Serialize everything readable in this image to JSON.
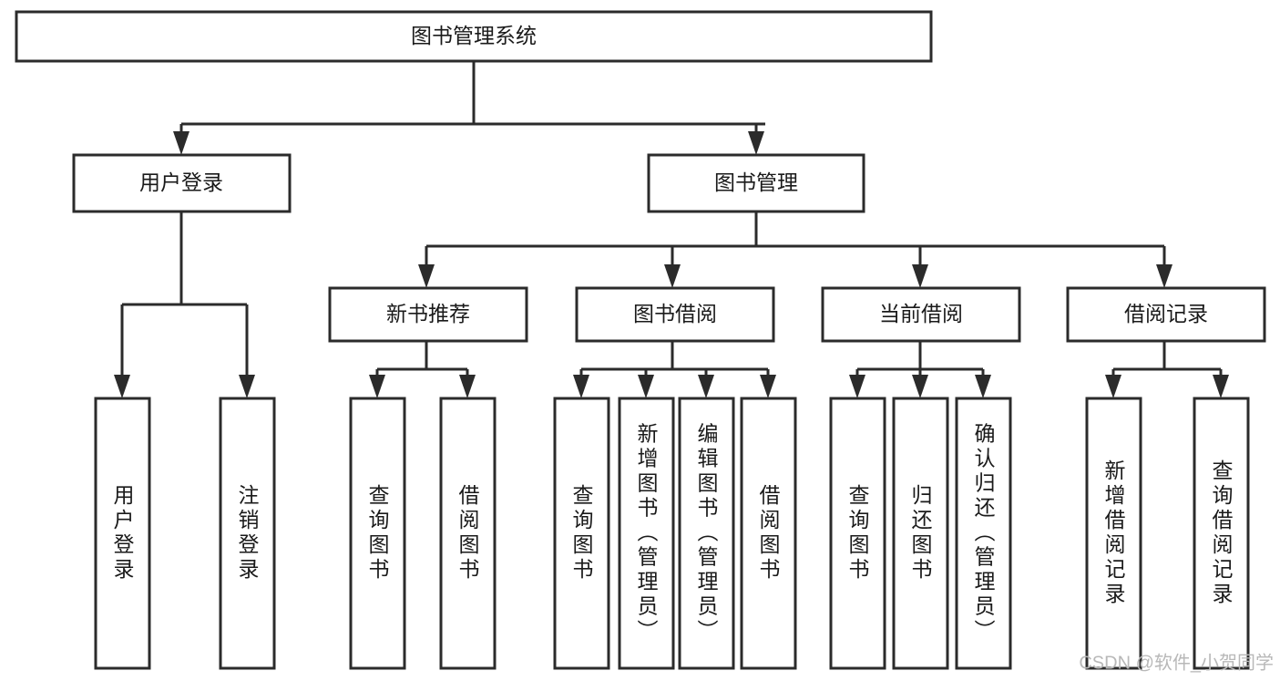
{
  "diagram": {
    "type": "tree-hierarchy",
    "title": "图书管理系统",
    "root": {
      "id": "root",
      "label": "图书管理系统"
    },
    "level2": [
      {
        "id": "user-login",
        "label": "用户登录"
      },
      {
        "id": "book-manage",
        "label": "图书管理"
      }
    ],
    "level3": [
      {
        "id": "new-book-recommend",
        "label": "新书推荐",
        "parent": "book-manage"
      },
      {
        "id": "book-borrow",
        "label": "图书借阅",
        "parent": "book-manage"
      },
      {
        "id": "current-borrow",
        "label": "当前借阅",
        "parent": "book-manage"
      },
      {
        "id": "borrow-record",
        "label": "借阅记录",
        "parent": "book-manage"
      }
    ],
    "leaves": {
      "user-login": [
        {
          "id": "leaf-user-login",
          "label": "用户登录"
        },
        {
          "id": "leaf-logout-login",
          "label": "注销登录"
        }
      ],
      "new-book-recommend": [
        {
          "id": "leaf-query-book-1",
          "label": "查询图书"
        },
        {
          "id": "leaf-borrow-book-1",
          "label": "借阅图书"
        }
      ],
      "book-borrow": [
        {
          "id": "leaf-query-book-2",
          "label": "查询图书"
        },
        {
          "id": "leaf-add-book",
          "label": "新增图书（管理员）"
        },
        {
          "id": "leaf-edit-book",
          "label": "编辑图书（管理员）"
        },
        {
          "id": "leaf-borrow-book-2",
          "label": "借阅图书"
        }
      ],
      "current-borrow": [
        {
          "id": "leaf-query-book-3",
          "label": "查询图书"
        },
        {
          "id": "leaf-return-book",
          "label": "归还图书"
        },
        {
          "id": "leaf-confirm-return",
          "label": "确认归还（管理员）"
        }
      ],
      "borrow-record": [
        {
          "id": "leaf-add-record",
          "label": "新增借阅记录"
        },
        {
          "id": "leaf-query-record",
          "label": "查询借阅记录"
        }
      ]
    },
    "watermark": "CSDN @软件_小贺同学",
    "colors": {
      "stroke": "#2b2b2b",
      "box_fill": "#ffffff",
      "text": "#1a1a1a",
      "watermark": "#b8b8b8",
      "background": "#ffffff"
    }
  }
}
